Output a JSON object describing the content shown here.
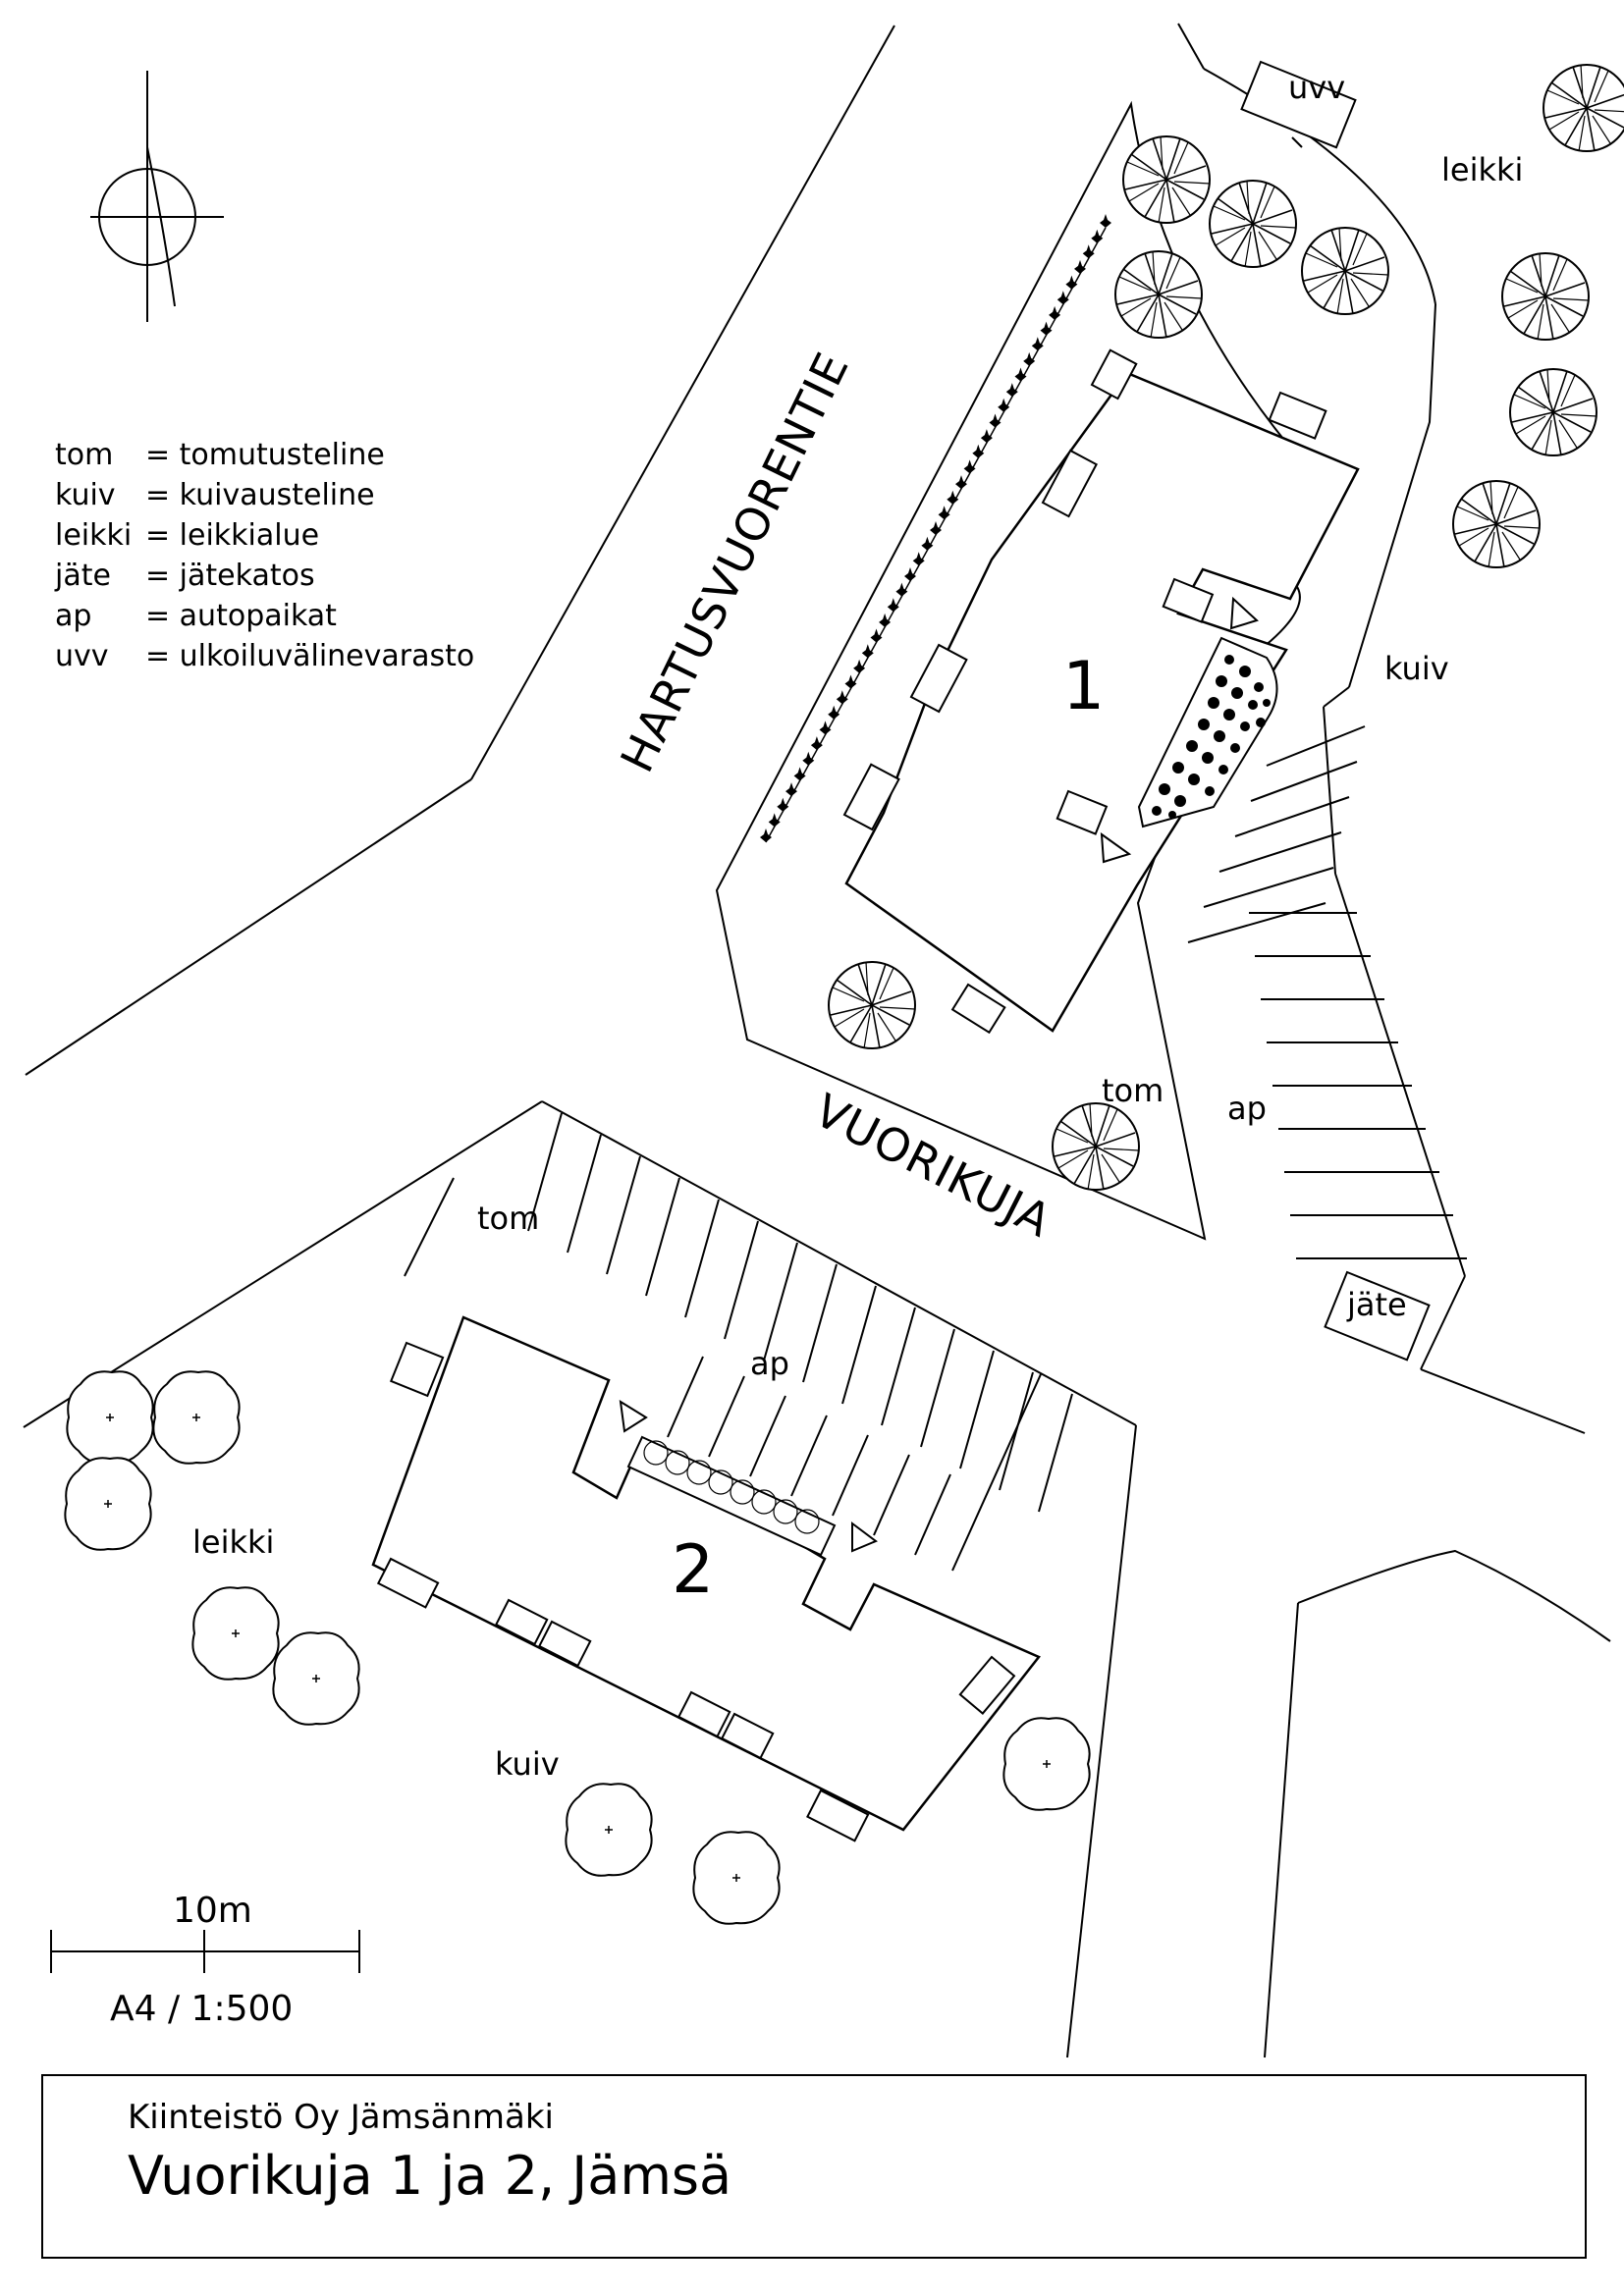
{
  "streets": {
    "hartusvuorentie": "HARTUSVUORENTIE",
    "vuorikuja": "VUORIKUJA"
  },
  "buildings": {
    "one": "1",
    "two": "2"
  },
  "labels": {
    "uvv": "uvv",
    "leikki_top": "leikki",
    "kuiv_top": "kuiv",
    "tom_top": "tom",
    "ap_top": "ap",
    "jate": "jäte",
    "tom_bottom": "tom",
    "ap_bottom": "ap",
    "leikki_bottom": "leikki",
    "kuiv_bottom": "kuiv"
  },
  "legend": [
    {
      "abbr": "tom",
      "text": "= tomutusteline"
    },
    {
      "abbr": "kuiv",
      "text": "= kuivausteline"
    },
    {
      "abbr": "leikki",
      "text": "= leikkialue"
    },
    {
      "abbr": "jäte",
      "text": "= jätekatos"
    },
    {
      "abbr": "ap",
      "text": "= autopaikat"
    },
    {
      "abbr": "uvv",
      "text": "= ulkoiluvälinevarasto"
    }
  ],
  "scale": {
    "distance": "10m",
    "format": "A4 / 1:500"
  },
  "title": {
    "company": "Kiinteistö Oy Jämsänmäki",
    "main": "Vuorikuja 1 ja 2, Jämsä"
  },
  "icons": {
    "north": "north-arrow-icon",
    "tree": "tree-icon",
    "shrub": "shrub-icon",
    "entrance": "entrance-triangle-icon"
  }
}
